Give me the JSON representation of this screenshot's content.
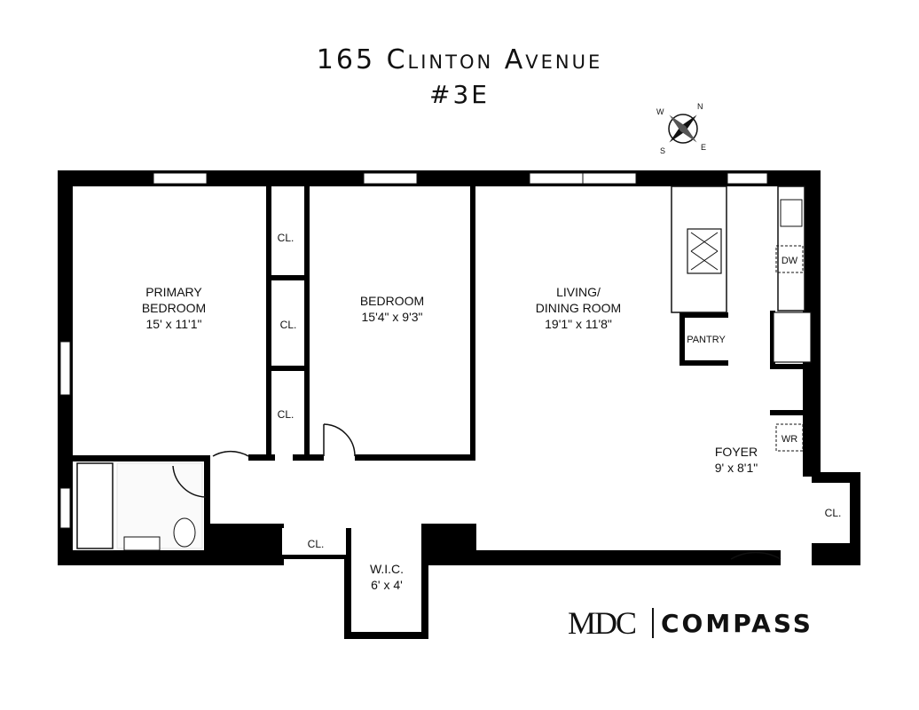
{
  "header": {
    "address": "165 Clinton Avenue",
    "unit": "#3E"
  },
  "compass": {
    "n": "N",
    "e": "E",
    "s": "S",
    "w": "W"
  },
  "rooms": {
    "primary_bedroom": {
      "line1": "PRIMARY",
      "line2": "BEDROOM",
      "dims": "15' x 11'1\""
    },
    "bedroom": {
      "line1": "BEDROOM",
      "dims": "15'4\" x 9'3\""
    },
    "living": {
      "line1": "LIVING/",
      "line2": "DINING ROOM",
      "dims": "19'1\" x 11'8\""
    },
    "foyer": {
      "line1": "FOYER",
      "dims": "9' x 8'1\""
    },
    "wic": {
      "line1": "W.I.C.",
      "dims": "6' x 4'"
    }
  },
  "closets": {
    "cl1": "CL.",
    "cl2": "CL.",
    "cl3": "CL.",
    "cl4": "CL.",
    "cl5": "CL."
  },
  "kitchen": {
    "pantry": "PANTRY",
    "dw": "DW",
    "wr": "WR"
  },
  "branding": {
    "mdc": "MDC",
    "compass": "COMPASS"
  }
}
